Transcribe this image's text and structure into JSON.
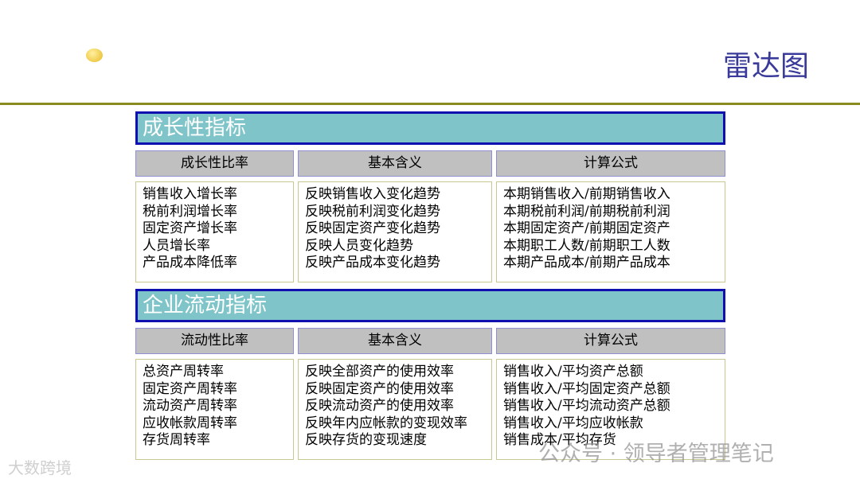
{
  "slide": {
    "title": "雷达图",
    "watermark_left": "大数跨境",
    "watermark_right": "公众号 · 领导者管理笔记"
  },
  "sections": [
    {
      "title": "成长性指标",
      "headers": [
        "成长性比率",
        "基本含义",
        "计算公式"
      ],
      "col1": [
        "销售收入增长率",
        "税前利润增长率",
        "固定资产增长率",
        "人员增长率",
        "产品成本降低率"
      ],
      "col2": [
        "反映销售收入变化趋势",
        "反映税前利润变化趋势",
        "反映固定资产变化趋势",
        "反映人员变化趋势",
        "反映产品成本变化趋势"
      ],
      "col3": [
        "本期销售收入/前期销售收入",
        "本期税前利润/前期税前利润",
        "本期固定资产/前期固定资产",
        "本期职工人数/前期职工人数",
        "本期产品成本/前期产品成本"
      ]
    },
    {
      "title": "企业流动指标",
      "headers": [
        "流动性比率",
        "基本含义",
        "计算公式"
      ],
      "col1": [
        "总资产周转率",
        "固定资产周转率",
        "流动资产周转率",
        "应收帐款周转率",
        "存货周转率"
      ],
      "col2": [
        "反映全部资产的使用效率",
        "反映固定资产的使用效率",
        "反映流动资产的使用效率",
        "反映年内应帐款的变现效率",
        "反映存货的变现速度"
      ],
      "col3": [
        "销售收入/平均资产总额",
        "销售收入/平均固定资产总额",
        "销售收入/平均流动资产总额",
        "销售收入/平均应收帐款",
        "销售成本/平均存货"
      ]
    }
  ]
}
